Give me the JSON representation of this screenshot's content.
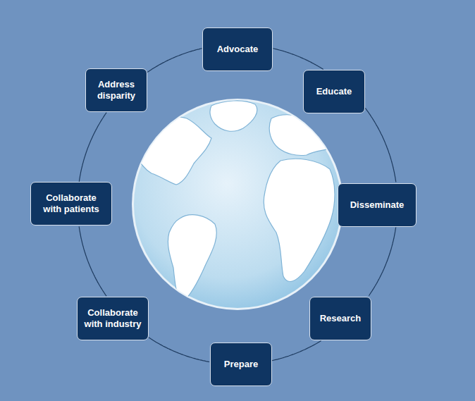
{
  "diagram": {
    "nodes": [
      {
        "text": [
          "Advocate"
        ]
      },
      {
        "text": [
          "Educate"
        ]
      },
      {
        "text": [
          "Disseminate"
        ]
      },
      {
        "text": [
          "Research"
        ]
      },
      {
        "text": [
          "Prepare"
        ]
      },
      {
        "text": [
          "Collaborate with industry"
        ]
      },
      {
        "text": [
          "Collaborate with patients"
        ]
      },
      {
        "text": [
          "Address disparity"
        ]
      }
    ],
    "edges": [
      {
        "from": 0,
        "to": 1,
        "arrow": "none"
      },
      {
        "from": 1,
        "to": 2,
        "arrow": "none"
      },
      {
        "from": 2,
        "to": 3,
        "arrow": "none"
      },
      {
        "from": 3,
        "to": 4,
        "arrow": "none"
      },
      {
        "from": 4,
        "to": 5,
        "arrow": "none"
      },
      {
        "from": 5,
        "to": 6,
        "arrow": "none"
      },
      {
        "from": 6,
        "to": 7,
        "arrow": "none"
      },
      {
        "from": 7,
        "to": 0,
        "arrow": "none"
      }
    ]
  }
}
